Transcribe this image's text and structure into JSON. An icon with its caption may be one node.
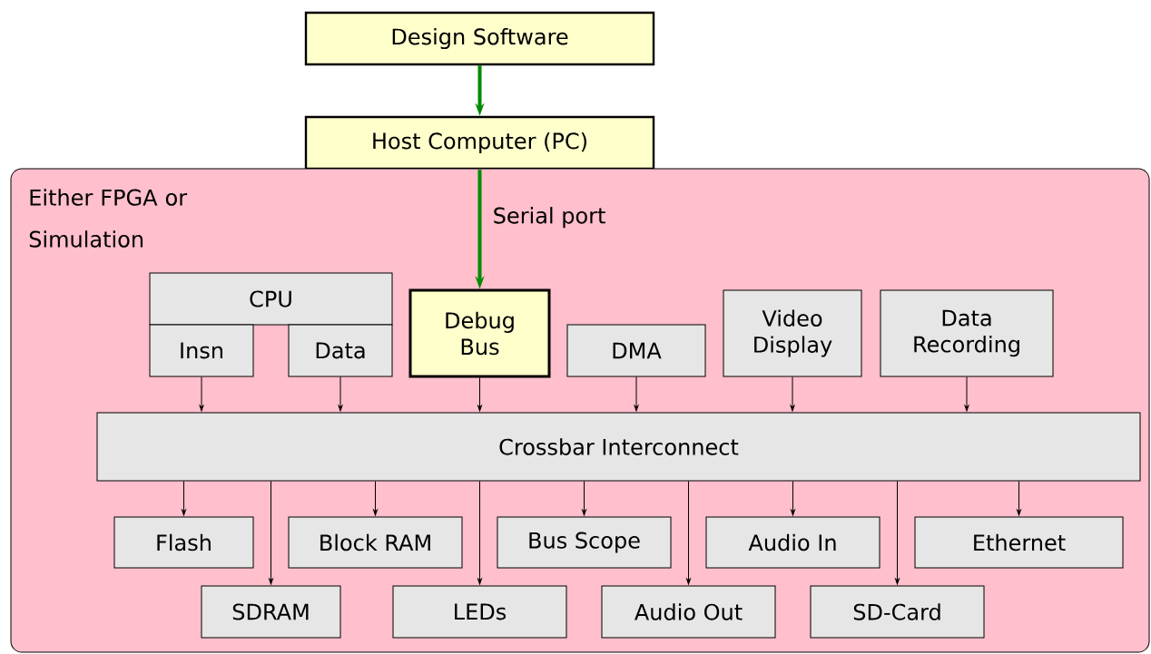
{
  "diagram": {
    "nodes": [
      {
        "text": [
          "Design Software"
        ]
      },
      {
        "text": [
          "Host Computer (PC)"
        ]
      },
      {
        "text": [
          "Either FPGA or Simulation"
        ]
      },
      {
        "text": [
          "CPU"
        ],
        "in": 2
      },
      {
        "text": [
          "Insn"
        ],
        "in": 2
      },
      {
        "text": [
          "Data"
        ],
        "in": 2
      },
      {
        "text": [
          "Debug Bus"
        ],
        "in": 2
      },
      {
        "text": [
          "DMA"
        ],
        "in": 2
      },
      {
        "text": [
          "Video Display"
        ],
        "in": 2
      },
      {
        "text": [
          "Data Recording"
        ],
        "in": 2
      },
      {
        "text": [
          "Crossbar Interconnect"
        ],
        "in": 2
      },
      {
        "text": [
          "Flash"
        ],
        "in": 2
      },
      {
        "text": [
          "SDRAM"
        ],
        "in": 2
      },
      {
        "text": [
          "Block RAM"
        ],
        "in": 2
      },
      {
        "text": [
          "LEDs"
        ],
        "in": 2
      },
      {
        "text": [
          "Bus Scope"
        ],
        "in": 2
      },
      {
        "text": [
          "Audio Out"
        ],
        "in": 2
      },
      {
        "text": [
          "Audio In"
        ],
        "in": 2
      },
      {
        "text": [
          "SD-Card"
        ],
        "in": 2
      },
      {
        "text": [
          "Ethernet"
        ],
        "in": 2
      }
    ],
    "edges": [
      {
        "from": 0,
        "to": 1,
        "arrow": "to",
        "style": "thick",
        "color": "#008a00"
      },
      {
        "from": 1,
        "to": 6,
        "arrow": "to",
        "style": "thick",
        "color": "#008a00",
        "label": "Serial port"
      },
      {
        "from": 4,
        "to": 10,
        "arrow": "to"
      },
      {
        "from": 5,
        "to": 10,
        "arrow": "to"
      },
      {
        "from": 6,
        "to": 10,
        "arrow": "to"
      },
      {
        "from": 7,
        "to": 10,
        "arrow": "to"
      },
      {
        "from": 8,
        "to": 10,
        "arrow": "to"
      },
      {
        "from": 9,
        "to": 10,
        "arrow": "to"
      },
      {
        "from": 10,
        "to": 11,
        "arrow": "to"
      },
      {
        "from": 10,
        "to": 12,
        "arrow": "to"
      },
      {
        "from": 10,
        "to": 13,
        "arrow": "to"
      },
      {
        "from": 10,
        "to": 14,
        "arrow": "to"
      },
      {
        "from": 10,
        "to": 15,
        "arrow": "to"
      },
      {
        "from": 10,
        "to": 16,
        "arrow": "to"
      },
      {
        "from": 10,
        "to": 17,
        "arrow": "to"
      },
      {
        "from": 10,
        "to": 18,
        "arrow": "to"
      },
      {
        "from": 10,
        "to": 19,
        "arrow": "to"
      }
    ]
  }
}
